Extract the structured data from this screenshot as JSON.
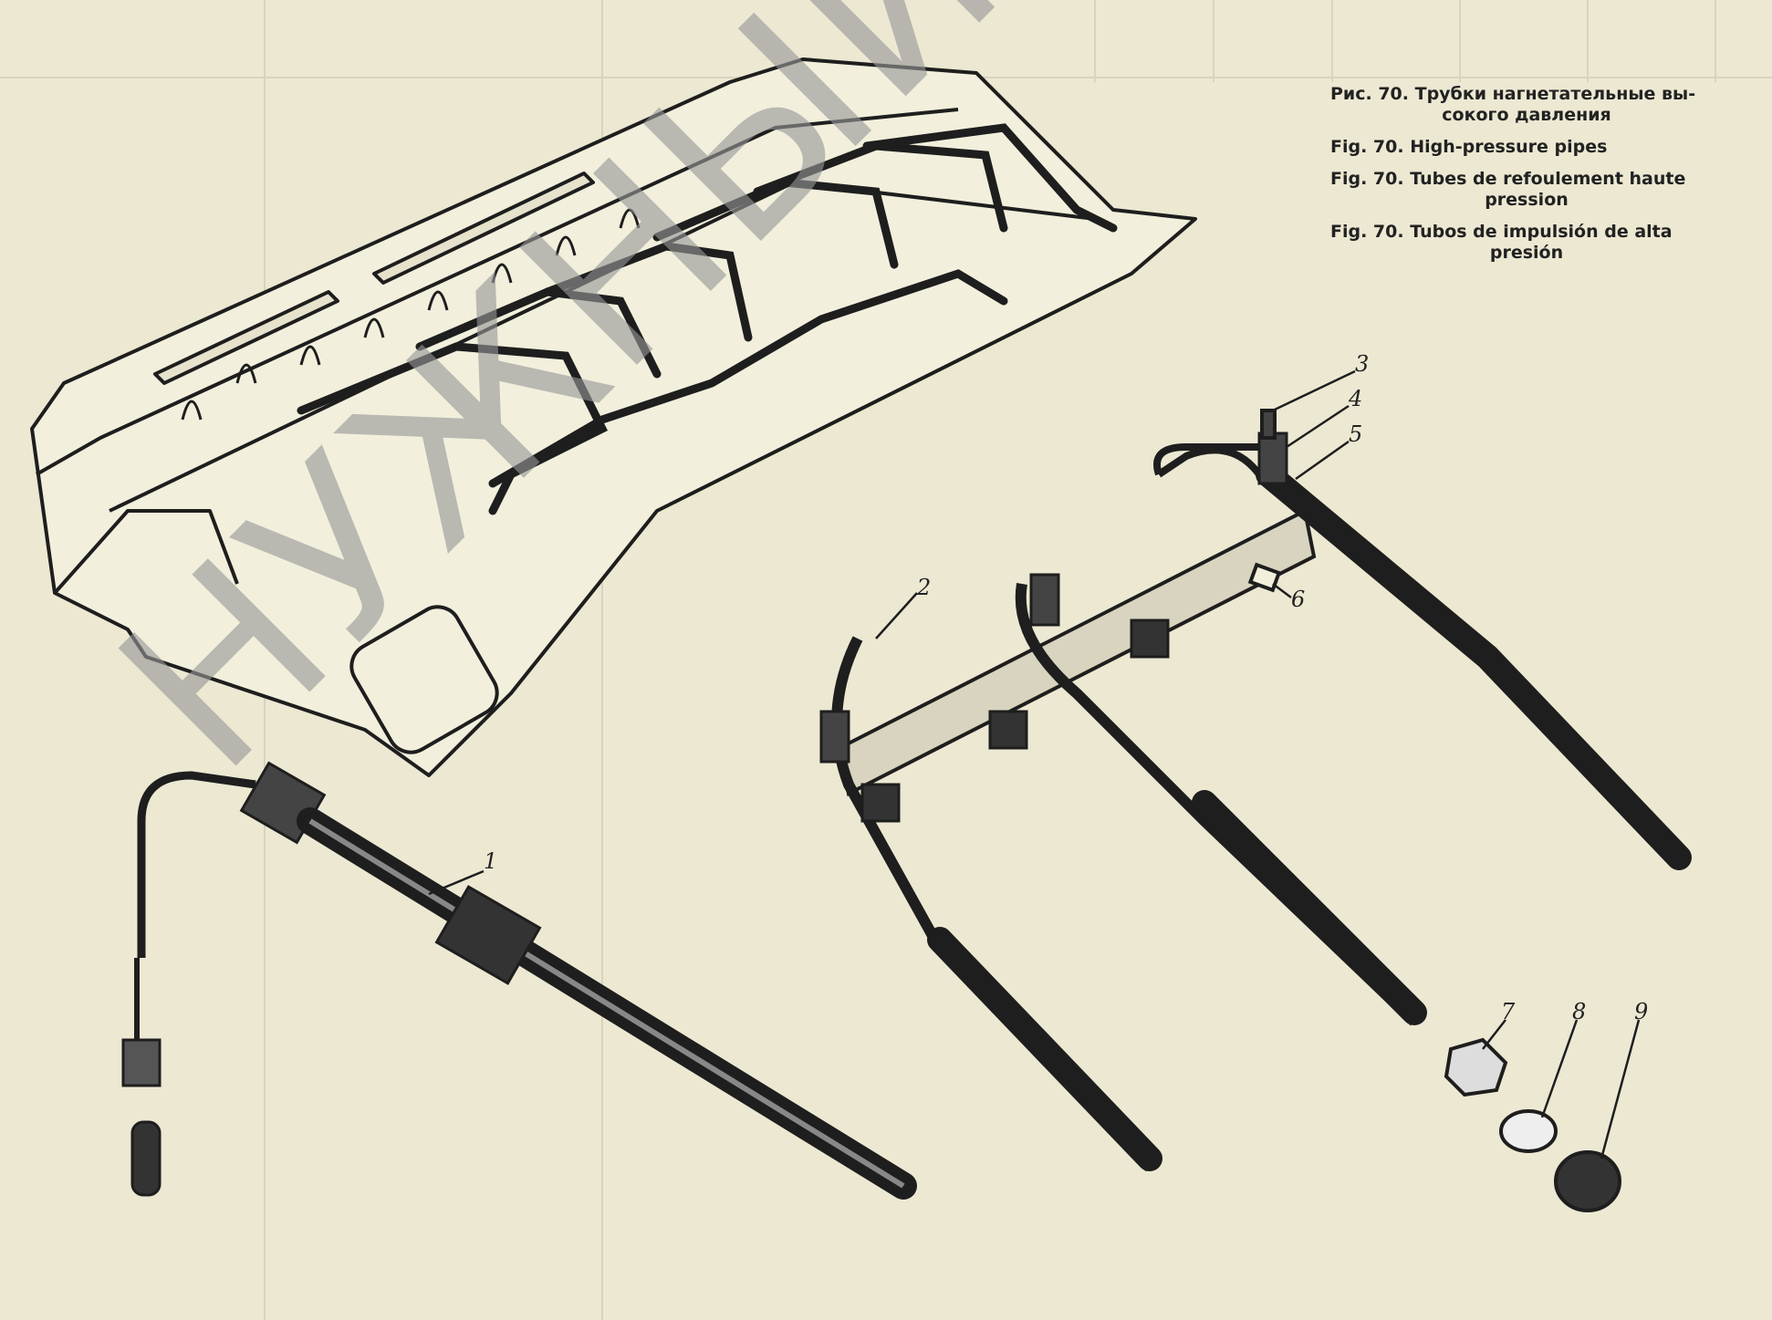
{
  "caption": {
    "ru_line1": "Рис. 70. Трубки нагнетательные вы-",
    "ru_line2": "сокого давления",
    "en": "Fig. 70. High-pressure pipes",
    "fr_line1": "Fig. 70. Tubes de refoulement haute",
    "fr_line2": "pression",
    "es_line1": "Fig. 70. Tubos de impulsión de alta",
    "es_line2": "presión"
  },
  "callouts": [
    "1",
    "2",
    "3",
    "4",
    "5",
    "6",
    "7",
    "8",
    "9"
  ],
  "watermark": "НУЖНЫЙЗИП.РФ",
  "colors": {
    "paper": "#ece8d2",
    "ink": "#1e1e1e",
    "watermark": "#969696"
  }
}
